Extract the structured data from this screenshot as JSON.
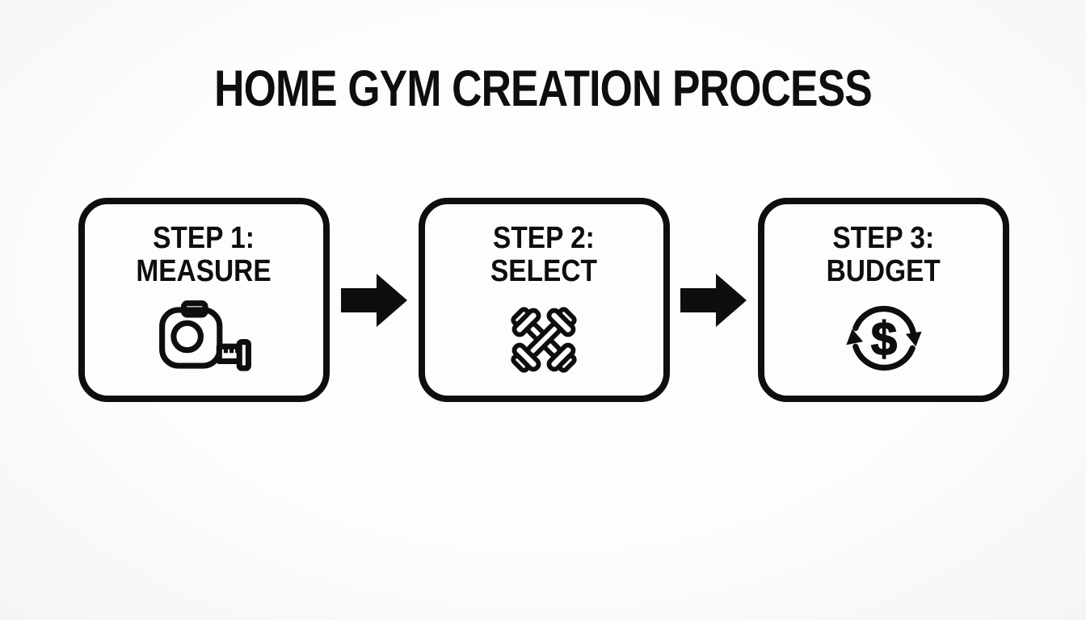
{
  "page": {
    "title": "HOME GYM CREATION PROCESS",
    "background": "#fbfbfa",
    "ink": "#0e0e0e"
  },
  "steps": [
    {
      "name": "measure",
      "line1": "STEP 1:",
      "line2": "MEASURE",
      "icon": "tape-measure-icon"
    },
    {
      "name": "select",
      "line1": "STEP 2:",
      "line2": "SELECT",
      "icon": "dumbbells-icon"
    },
    {
      "name": "budget",
      "line1": "STEP 3:",
      "line2": "BUDGET",
      "icon": "dollar-cycle-icon"
    }
  ],
  "connectors": [
    {
      "icon": "arrow-right-icon"
    },
    {
      "icon": "arrow-right-icon"
    }
  ],
  "icon_glyphs": {
    "budget_currency_symbol": "$"
  }
}
